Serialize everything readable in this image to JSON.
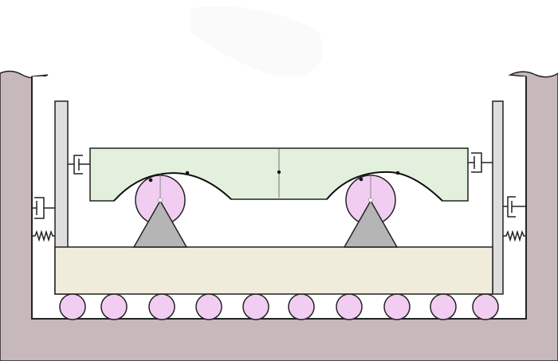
{
  "diagram": {
    "kind": "base-isolated structure schematic (unlabeled)",
    "colors": {
      "ground": "#c7b8bb",
      "pit_wall": "#222222",
      "side_walls": "#dedede",
      "base_slab": "#f0ecdb",
      "upper_beam": "#e3f0dd",
      "pink_elements": "#f2cdf2",
      "triangle_supports": "#b5b5b5",
      "outline": "#222222",
      "sky_smudge": "#fafafa"
    },
    "components": {
      "ground_roller_count": 10,
      "pier_roller_count": 2,
      "triangle_support_count": 2,
      "side_wall_count": 2,
      "wall_damper_count": 2,
      "ground_damper_count": 2,
      "ground_spring_count": 2
    },
    "icons": [
      "damper-icon",
      "spring-icon",
      "roller-icon",
      "triangle-support-icon"
    ]
  }
}
